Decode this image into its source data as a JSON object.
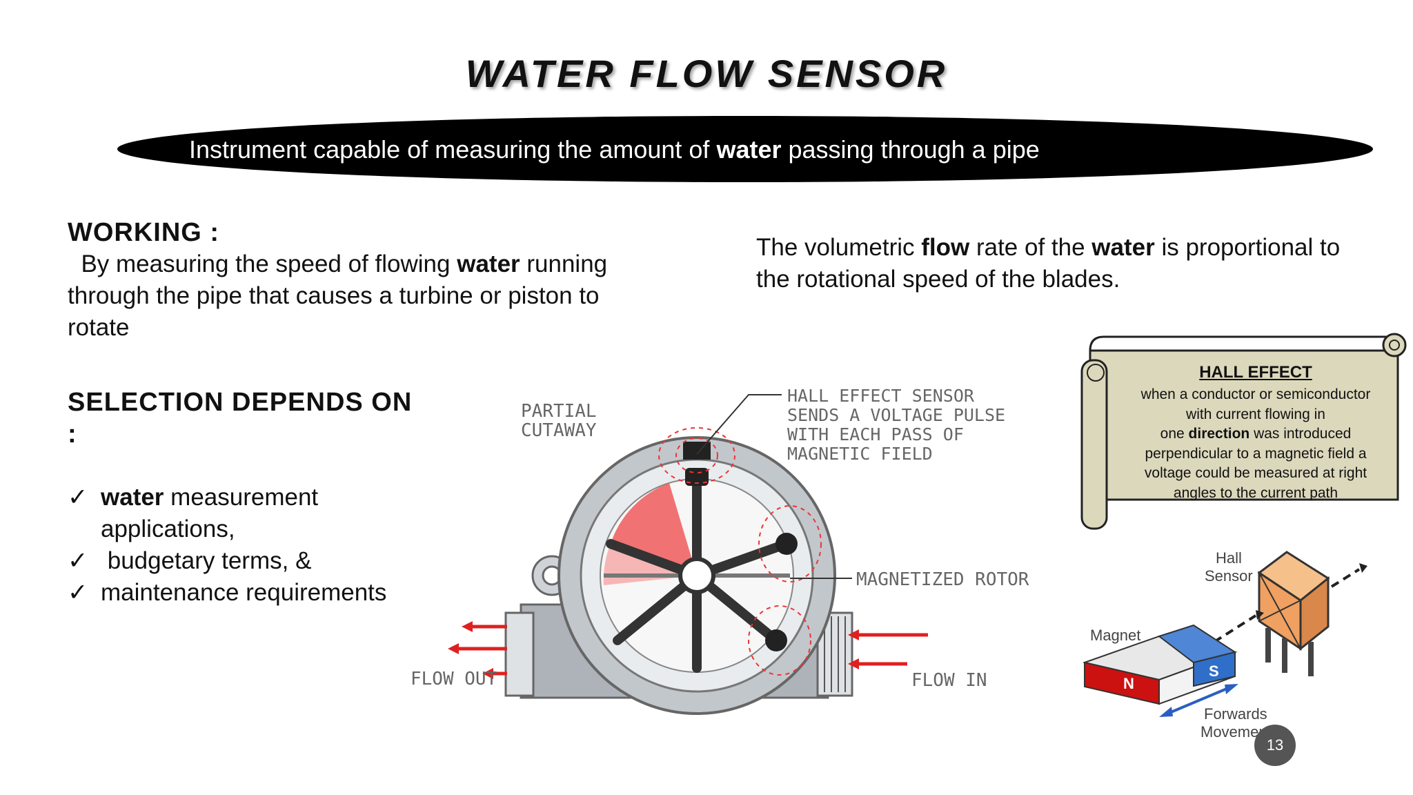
{
  "slide": {
    "title": "WATER FLOW SENSOR",
    "banner": {
      "before": "Instrument capable of measuring the amount of ",
      "bold": "water",
      "after": " passing through a pipe"
    },
    "working": {
      "heading": "WORKING :",
      "text": {
        "before": "  By measuring the speed of flowing ",
        "bold": "water",
        "after": " running through the pipe that causes a turbine or piston to rotate"
      }
    },
    "flow_rate": {
      "p1": "The volumetric ",
      "b1": "flow",
      "p2": " rate of the ",
      "b2": "water",
      "p3": " is proportional to the rotational speed of the blades."
    },
    "selection": {
      "heading": "SELECTION DEPENDS ON :",
      "check": "✓",
      "item1_bold": "water",
      "item1_rest": " measurement applications,",
      "item2": " budgetary terms, &",
      "item3": "maintenance requirements"
    },
    "diagram": {
      "partial_cutaway": [
        "PARTIAL",
        "CUTAWAY"
      ],
      "hall_sensor_label": [
        "HALL EFFECT SENSOR",
        "SENDS A VOLTAGE PULSE",
        "WITH EACH PASS OF",
        "MAGNETIC FIELD"
      ],
      "rotor_label": "MAGNETIZED ROTOR",
      "flow_out": "FLOW OUT",
      "flow_in": "FLOW IN"
    },
    "hall_effect": {
      "title": "HALL EFFECT",
      "l1": "when a conductor or semiconductor",
      "l2": "with current flowing in",
      "l3a": "one ",
      "l3b": "direction",
      "l3c": " was introduced",
      "l4": "perpendicular to a magnetic field a",
      "l5": "voltage could be measured at right",
      "l6": "angles to the current path"
    },
    "hall_diagram": {
      "hall_sensor": [
        "Hall",
        "Sensor"
      ],
      "magnet": "Magnet",
      "forwards": [
        "Forwards",
        "Movement"
      ],
      "pole_n": "N",
      "pole_s": "S"
    },
    "page_number": "13"
  },
  "colors": {
    "banner": "#000000",
    "scroll_fill": "#dcd8bc",
    "arrow_red": "#e02020",
    "magnet_red": "#cc1111",
    "magnet_blue": "#2f6fc9",
    "sensor_orange": "#f0a060"
  }
}
